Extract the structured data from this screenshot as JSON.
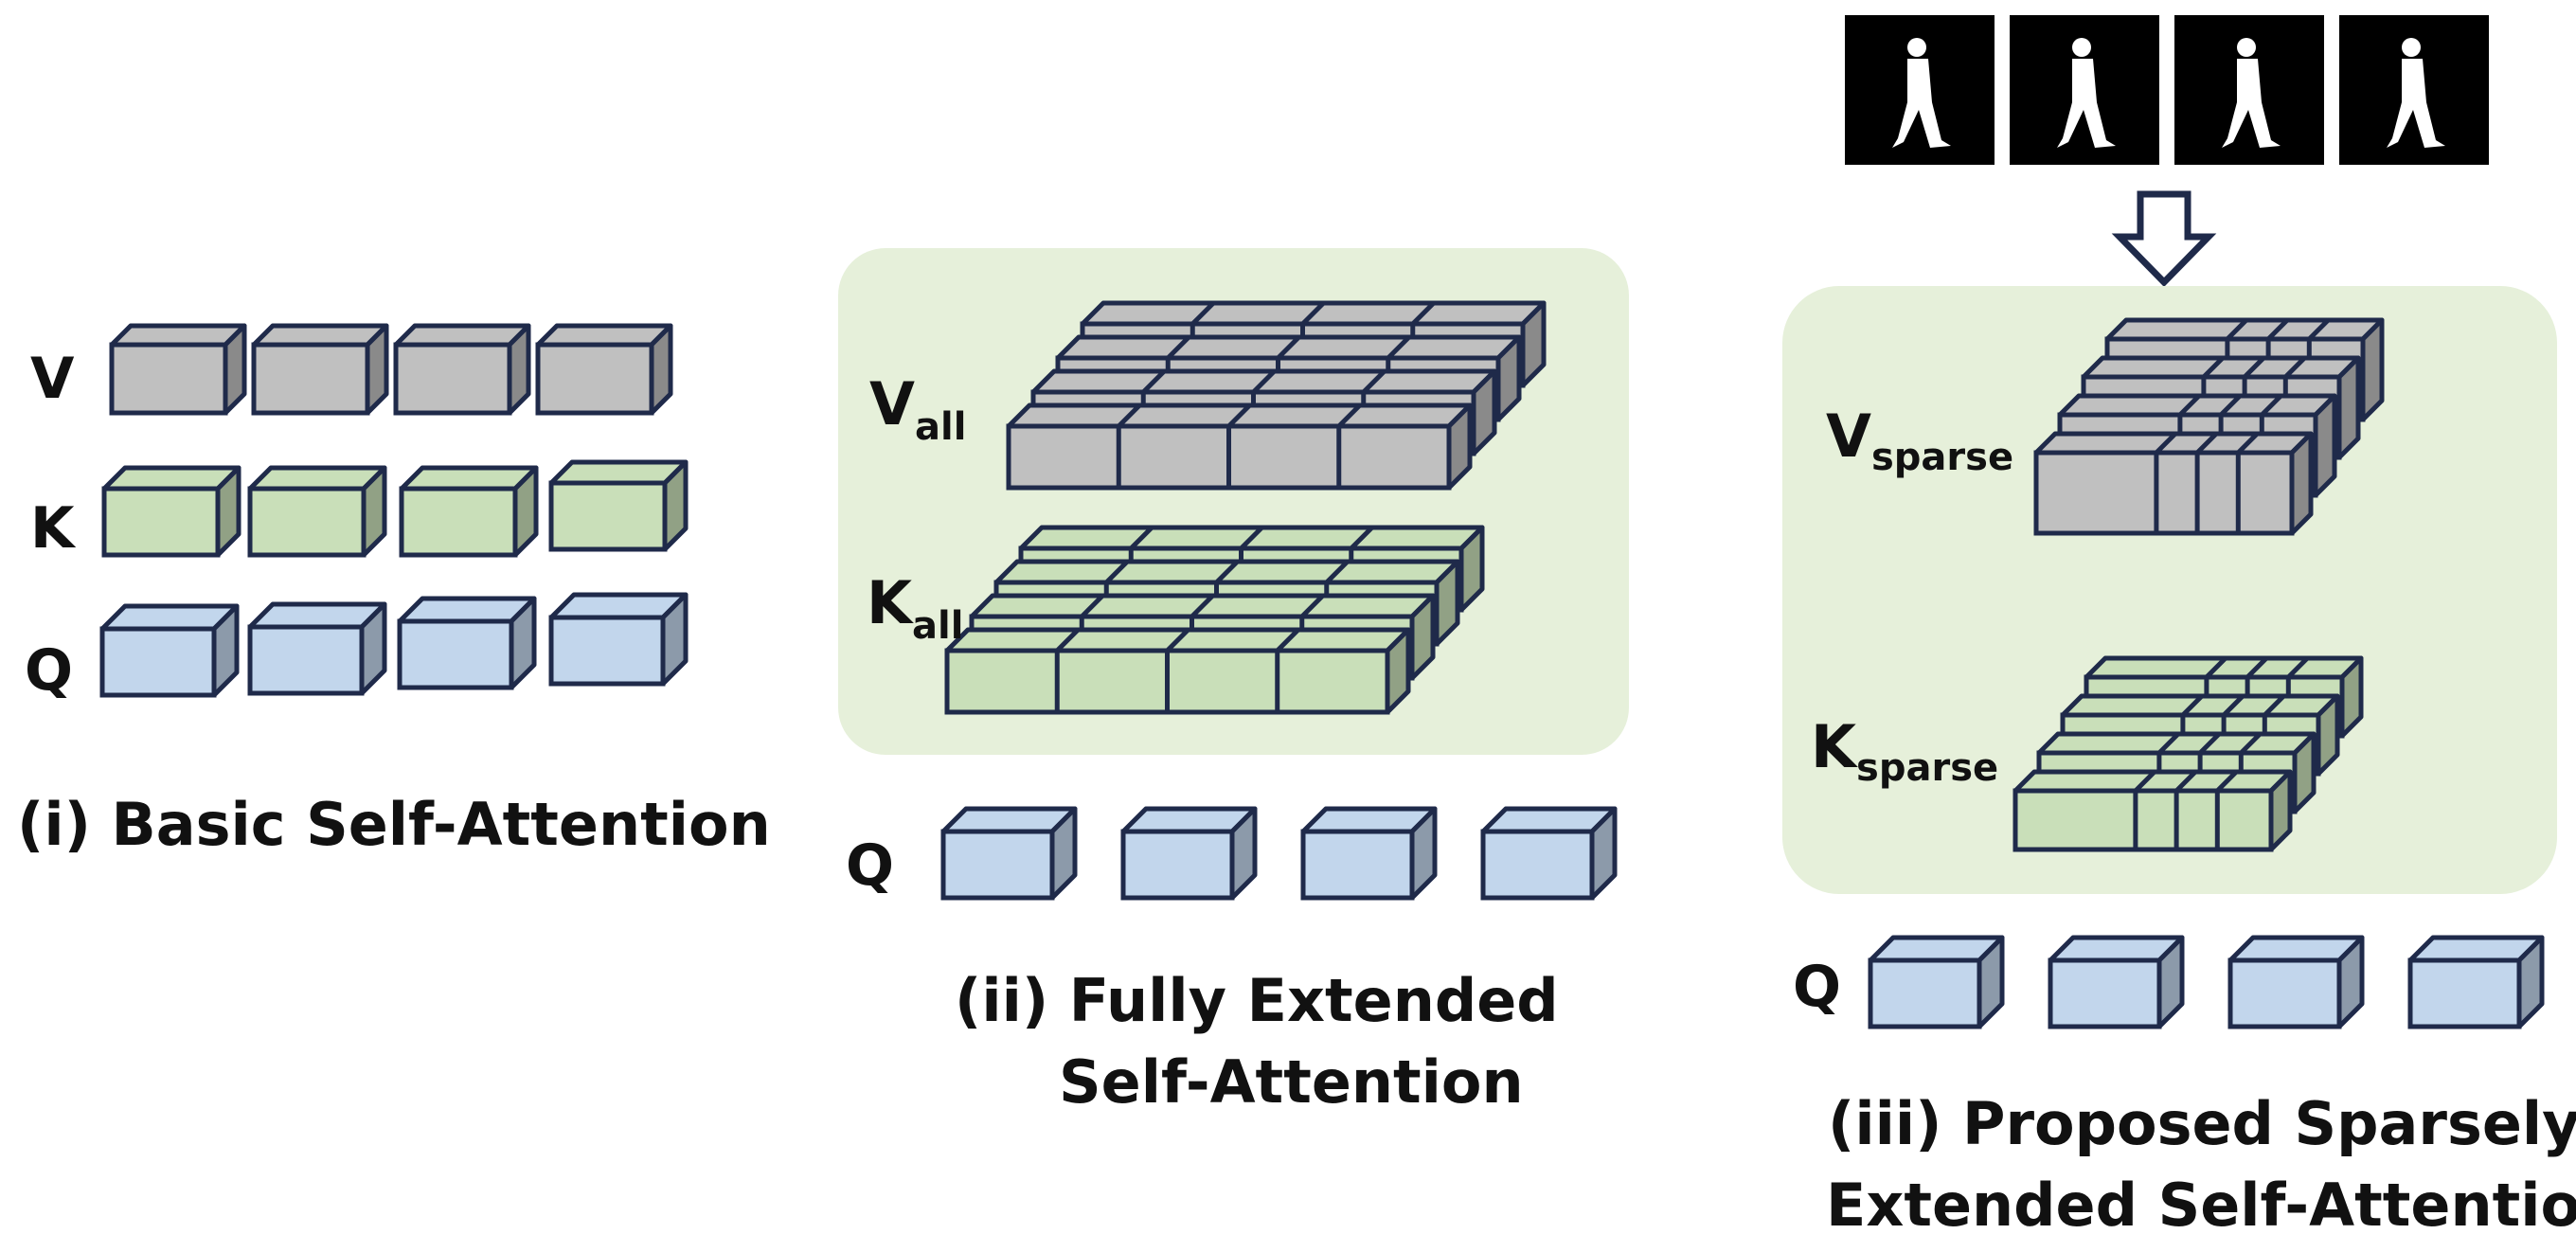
{
  "colors": {
    "gray": "#c0c0c0",
    "green": "#c9dfb9",
    "blue": "#c2d6ec",
    "outline": "#1f2a4a",
    "panel": "#e6f0da",
    "silhouette_bg": "#000000",
    "silhouette_fg": "#ffffff"
  },
  "panel_i": {
    "label_v": "V",
    "label_k": "K",
    "label_q": "Q",
    "caption": "(i) Basic Self-Attention"
  },
  "panel_ii": {
    "label_v_main": "V",
    "label_v_sub": "all",
    "label_k_main": "K",
    "label_k_sub": "all",
    "label_q": "Q",
    "caption_line1": "(ii) Fully Extended",
    "caption_line2": "Self-Attention"
  },
  "panel_iii": {
    "label_v_main": "V",
    "label_v_sub": "sparse",
    "label_k_main": "K",
    "label_k_sub": "sparse",
    "label_q": "Q",
    "caption_line1": "(iii) Proposed Sparsely",
    "caption_line2": "Extended Self-Attention",
    "frames_icon": "walking-silhouette-frames",
    "arrow_icon": "down-arrow-outline"
  }
}
